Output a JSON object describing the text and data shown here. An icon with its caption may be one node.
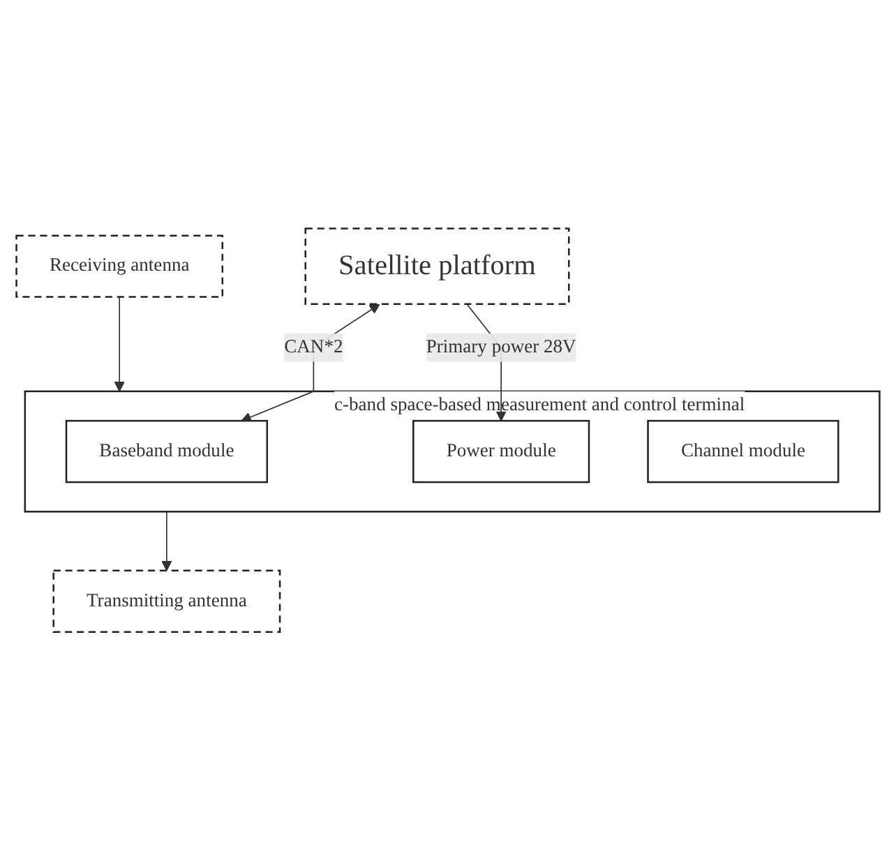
{
  "diagram": {
    "nodes": [
      {
        "text": [
          "Satellite platform"
        ]
      },
      {
        "text": [
          "c-band space-based measurement and control terminal"
        ]
      },
      {
        "text": [
          "Baseband module"
        ],
        "in": 1
      },
      {
        "text": [
          "Power module"
        ],
        "in": 1
      },
      {
        "text": [
          "Channel module"
        ],
        "in": 1
      },
      {
        "text": [
          "Transmitting antenna"
        ]
      },
      {
        "text": [
          "Receiving antenna"
        ]
      }
    ],
    "edges": [
      {
        "from": 0,
        "to": 2,
        "arrow": "both",
        "label": "CAN*2"
      },
      {
        "from": 0,
        "to": 3,
        "arrow": "to",
        "label": "Primary power 28V"
      },
      {
        "from": 1,
        "to": 5,
        "arrow": "to"
      },
      {
        "from": 6,
        "to": 1,
        "arrow": "to"
      }
    ]
  }
}
